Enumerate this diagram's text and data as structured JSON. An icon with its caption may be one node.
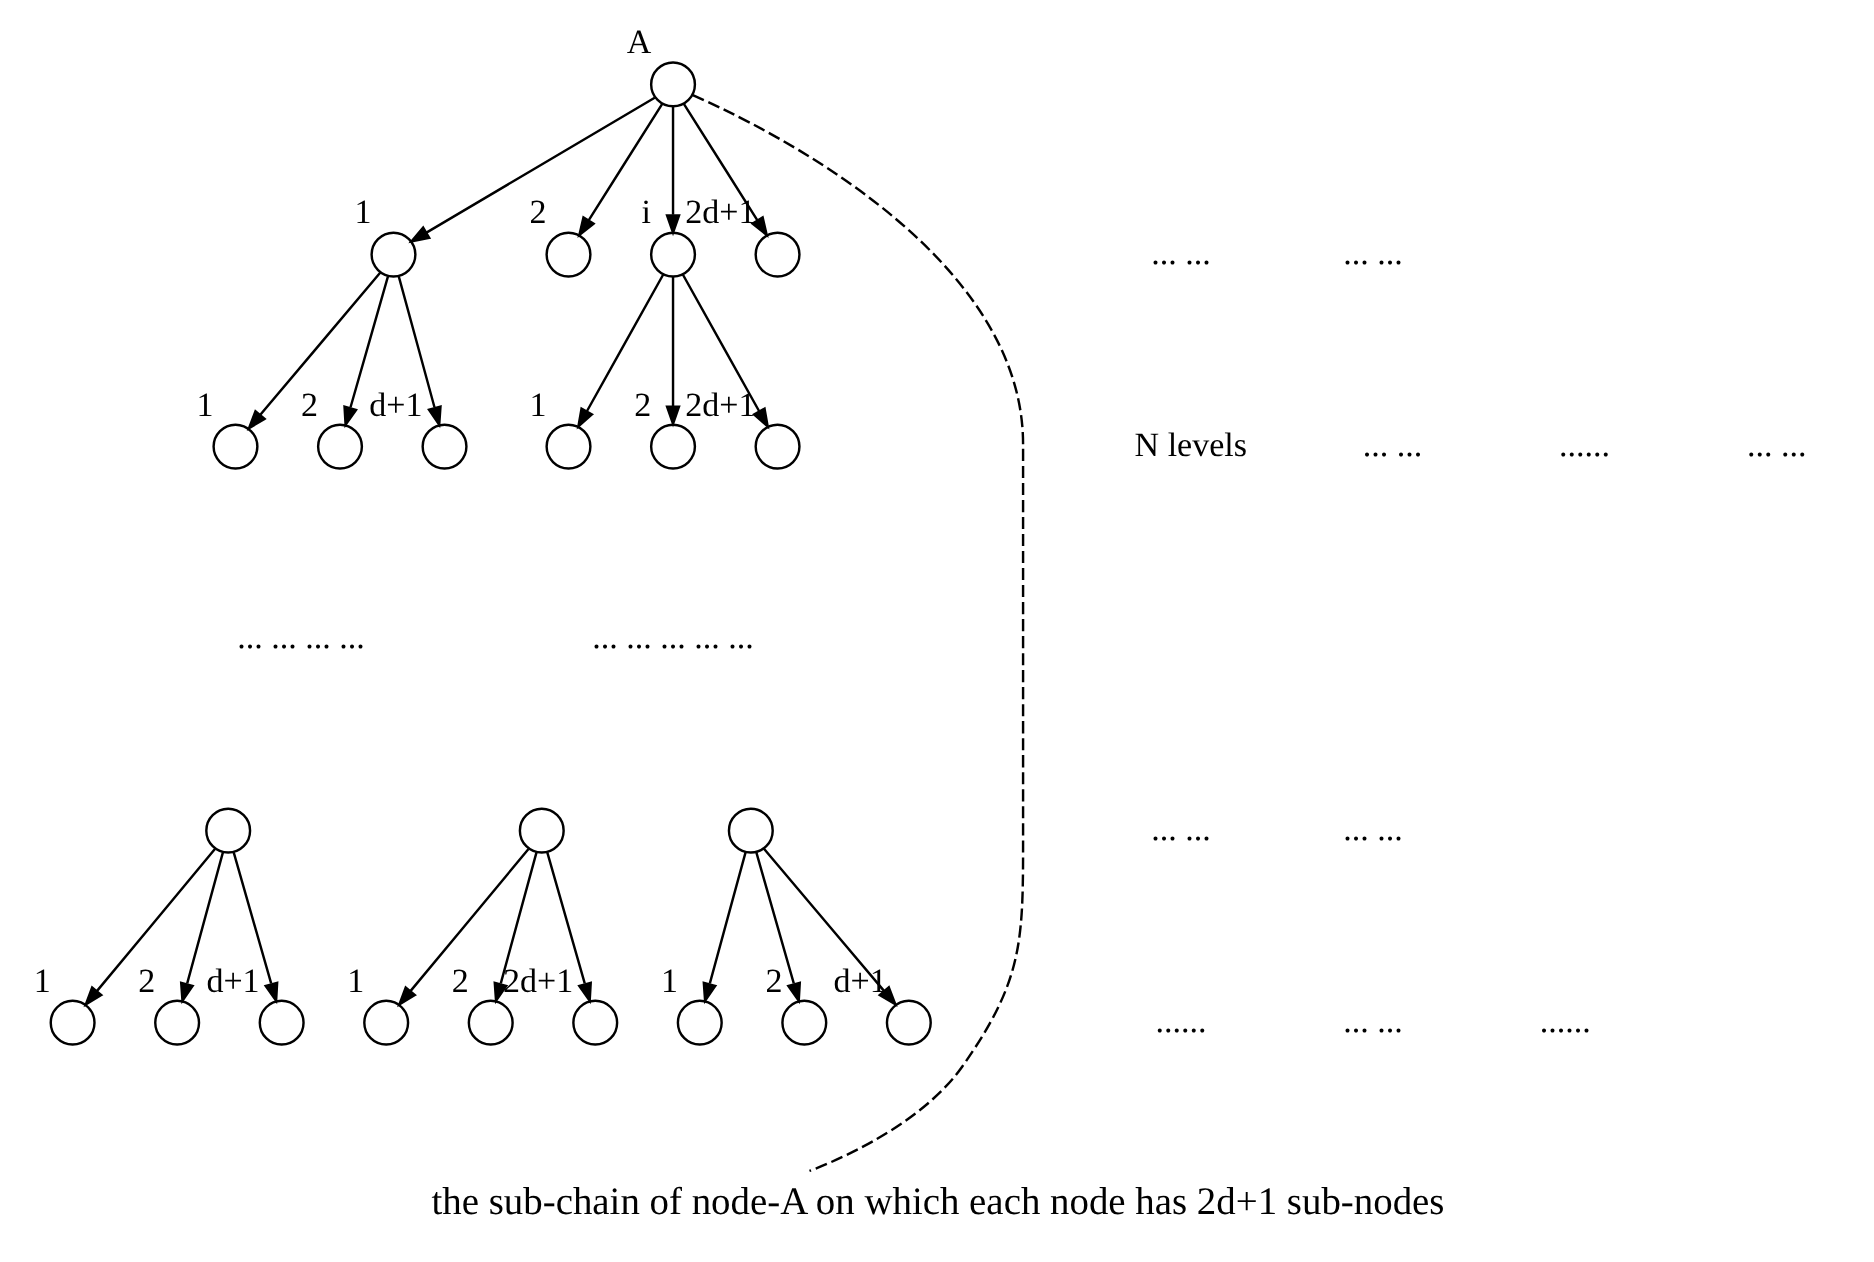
{
  "diagram": {
    "caption": "the sub-chain of node-A on which each node has 2d+1 sub-nodes",
    "nodes": [
      {
        "text": [],
        "shape": "circle",
        "beside": [
          "A"
        ]
      },
      {
        "text": [],
        "shape": "circle",
        "beside": [
          "1"
        ]
      },
      {
        "text": [],
        "shape": "circle",
        "beside": [
          "2"
        ]
      },
      {
        "text": [],
        "shape": "circle",
        "beside": [
          "i"
        ]
      },
      {
        "text": [],
        "shape": "circle",
        "beside": [
          "2d+1"
        ]
      },
      {
        "text": [],
        "shape": "circle",
        "beside": [
          "1"
        ]
      },
      {
        "text": [],
        "shape": "circle",
        "beside": [
          "2"
        ]
      },
      {
        "text": [],
        "shape": "circle",
        "beside": [
          "d+1"
        ]
      },
      {
        "text": [],
        "shape": "circle",
        "beside": [
          "1"
        ]
      },
      {
        "text": [],
        "shape": "circle",
        "beside": [
          "2"
        ]
      },
      {
        "text": [],
        "shape": "circle",
        "beside": [
          "2d+1"
        ]
      },
      {
        "text": [],
        "shape": "circle"
      },
      {
        "text": [],
        "shape": "circle",
        "beside": [
          "1"
        ]
      },
      {
        "text": [],
        "shape": "circle",
        "beside": [
          "2"
        ]
      },
      {
        "text": [],
        "shape": "circle",
        "beside": [
          "d+1"
        ]
      },
      {
        "text": [],
        "shape": "circle"
      },
      {
        "text": [],
        "shape": "circle",
        "beside": [
          "1"
        ]
      },
      {
        "text": [],
        "shape": "circle",
        "beside": [
          "2"
        ]
      },
      {
        "text": [],
        "shape": "circle",
        "beside": [
          "2d+1"
        ]
      },
      {
        "text": [],
        "shape": "circle"
      },
      {
        "text": [],
        "shape": "circle",
        "beside": [
          "1"
        ]
      },
      {
        "text": [],
        "shape": "circle",
        "beside": [
          "2"
        ]
      },
      {
        "text": [],
        "shape": "circle",
        "beside": [
          "d+1"
        ]
      }
    ],
    "edges": [
      {
        "from": 0,
        "to": 1,
        "arrow": "to"
      },
      {
        "from": 0,
        "to": 2,
        "arrow": "to"
      },
      {
        "from": 0,
        "to": 3,
        "arrow": "to"
      },
      {
        "from": 0,
        "to": 4,
        "arrow": "to"
      },
      {
        "from": 1,
        "to": 5,
        "arrow": "to"
      },
      {
        "from": 1,
        "to": 6,
        "arrow": "to"
      },
      {
        "from": 1,
        "to": 7,
        "arrow": "to"
      },
      {
        "from": 3,
        "to": 8,
        "arrow": "to"
      },
      {
        "from": 3,
        "to": 9,
        "arrow": "to"
      },
      {
        "from": 3,
        "to": 10,
        "arrow": "to"
      },
      {
        "from": 11,
        "to": 12,
        "arrow": "to"
      },
      {
        "from": 11,
        "to": 13,
        "arrow": "to"
      },
      {
        "from": 11,
        "to": 14,
        "arrow": "to"
      },
      {
        "from": 15,
        "to": 16,
        "arrow": "to"
      },
      {
        "from": 15,
        "to": 17,
        "arrow": "to"
      },
      {
        "from": 15,
        "to": 18,
        "arrow": "to"
      },
      {
        "from": 19,
        "to": 20,
        "arrow": "to"
      },
      {
        "from": 19,
        "to": 21,
        "arrow": "to"
      },
      {
        "from": 19,
        "to": 22,
        "arrow": "to"
      },
      {
        "from": 0,
        "to": null,
        "arrow": "none",
        "style": "dashed"
      }
    ],
    "labels": [
      "... ...",
      "... ...",
      "N levels",
      "... ...",
      "......",
      "... ...",
      "... ... ... ...",
      "... ... ... ... ...",
      "... ...",
      "... ...",
      "......",
      "... ...",
      "......"
    ]
  }
}
